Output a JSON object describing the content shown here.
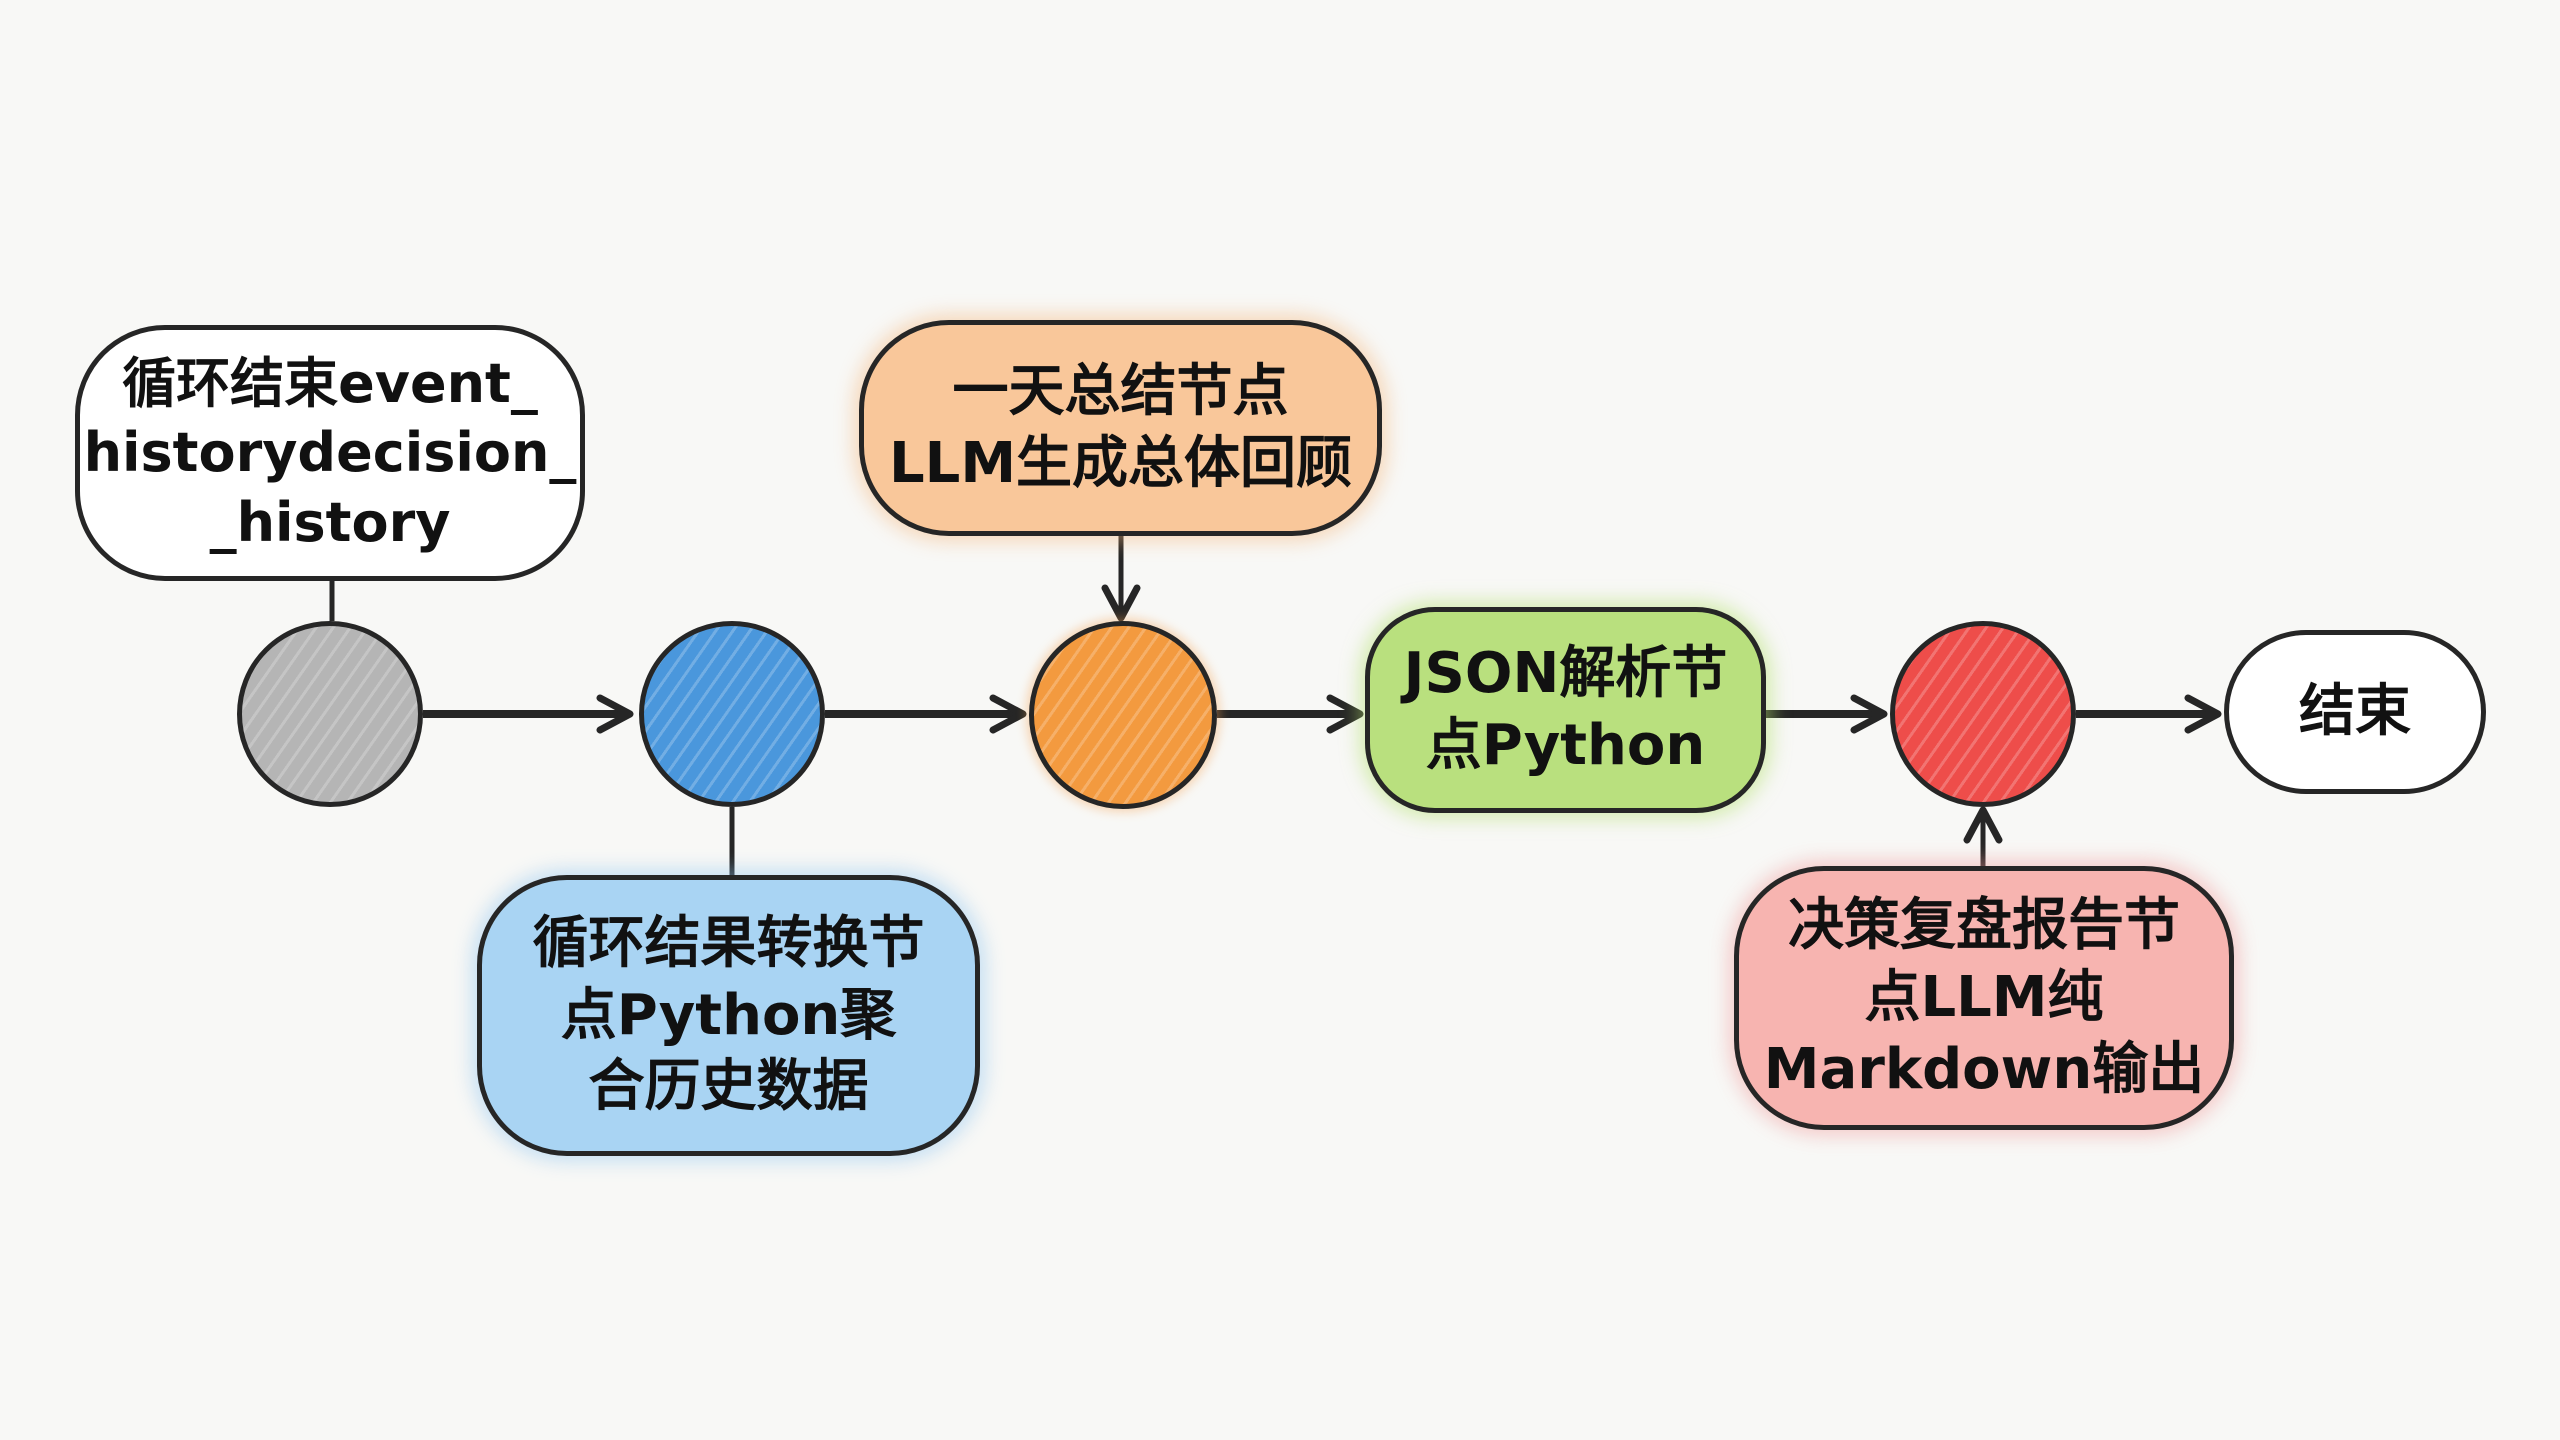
{
  "diagram": {
    "title": "",
    "nodes": [
      {
        "id": "n1",
        "kind": "circle",
        "color": "#b5b5b5"
      },
      {
        "id": "n2",
        "kind": "circle",
        "color": "#4a97dc"
      },
      {
        "id": "n3",
        "kind": "circle",
        "color": "#f39a3f"
      },
      {
        "id": "n4",
        "kind": "box",
        "label": "JSON解析节\n点Python",
        "color": "#b9e07e"
      },
      {
        "id": "n5",
        "kind": "circle",
        "color": "#ee4d4a"
      },
      {
        "id": "n6",
        "kind": "box",
        "label": "结束",
        "color": "#ffffff"
      }
    ],
    "annotations": [
      {
        "id": "a1",
        "target": "n1",
        "label": "循环结束event_\nhistorydecision_\n_history",
        "color": "#ffffff",
        "position": "above"
      },
      {
        "id": "a2",
        "target": "n2",
        "label": "循环结果转换节\n点Python聚\n合历史数据",
        "color": "#a9d4f3",
        "position": "below"
      },
      {
        "id": "a3",
        "target": "n3",
        "label": "一天总结节点\nLLM生成总体回顾",
        "color": "#f9c79a",
        "position": "above"
      },
      {
        "id": "a5",
        "target": "n5",
        "label": "决策复盘报告节\n点LLM纯\nMarkdown输出",
        "color": "#f7b4b0",
        "position": "below"
      }
    ],
    "edges": [
      {
        "from": "n1",
        "to": "n2",
        "arrow": true
      },
      {
        "from": "n2",
        "to": "n3",
        "arrow": true
      },
      {
        "from": "n3",
        "to": "n4",
        "arrow": true
      },
      {
        "from": "n4",
        "to": "n5",
        "arrow": true
      },
      {
        "from": "n5",
        "to": "n6",
        "arrow": true
      },
      {
        "from": "a1",
        "to": "n1",
        "arrow": false
      },
      {
        "from": "n2",
        "to": "a2",
        "arrow": false
      },
      {
        "from": "a3",
        "to": "n3",
        "arrow": true
      },
      {
        "from": "a5",
        "to": "n5",
        "arrow": true
      }
    ]
  }
}
